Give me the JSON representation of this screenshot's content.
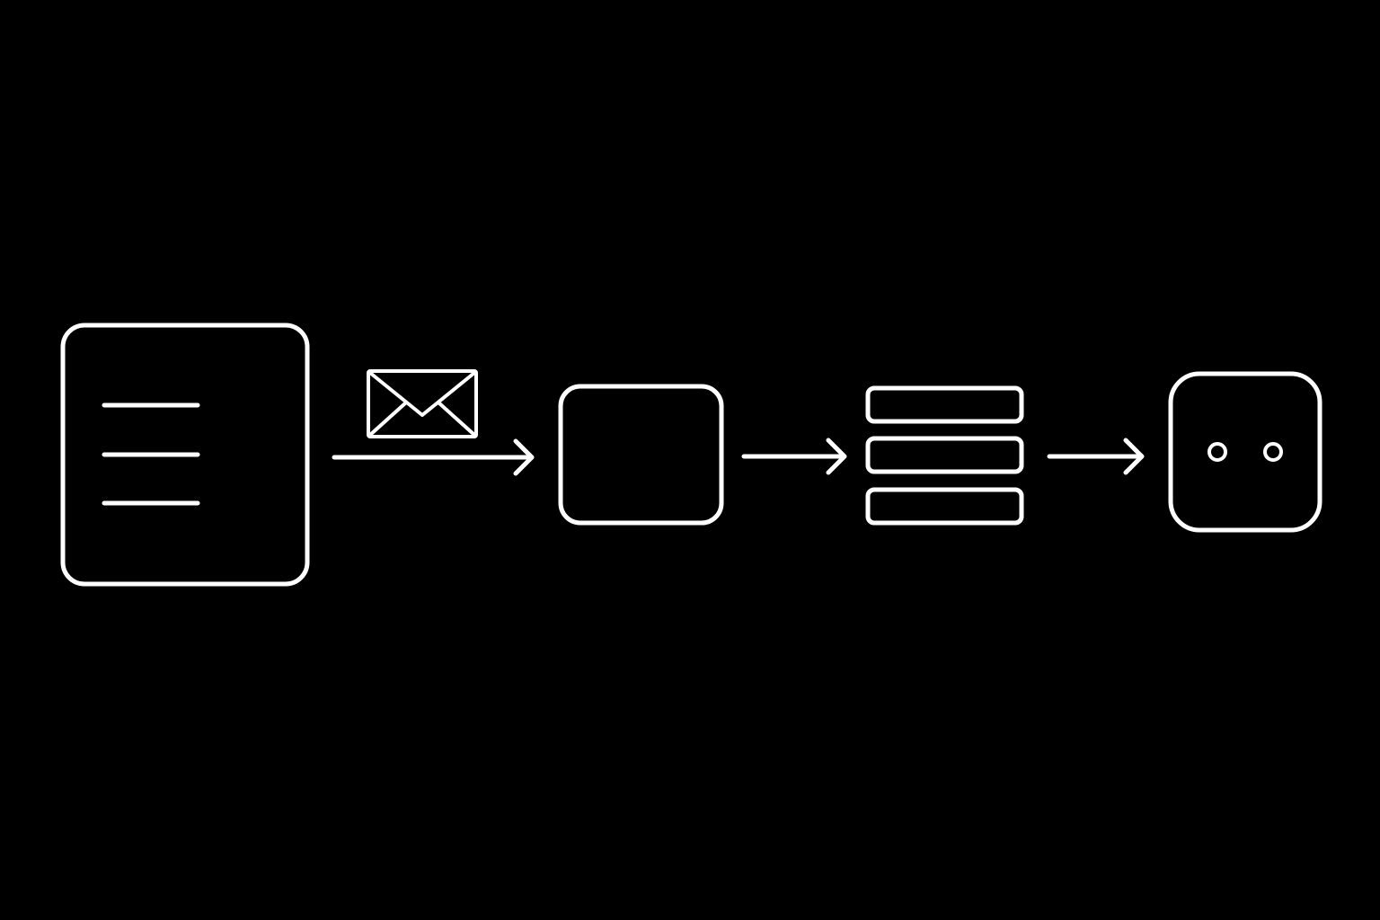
{
  "colors": {
    "background": "#000000",
    "stroke": "#ffffff"
  },
  "diagram": {
    "type": "flow",
    "direction": "left-to-right",
    "nodes": [
      {
        "id": "document",
        "icon": "document-icon"
      },
      {
        "id": "blank-card",
        "icon": "card-icon"
      },
      {
        "id": "stacked-list",
        "icon": "stack-icon"
      },
      {
        "id": "robot-face",
        "icon": "robot-face-icon"
      }
    ],
    "edges": [
      {
        "from": "document",
        "to": "blank-card",
        "icon": "envelope-icon"
      },
      {
        "from": "blank-card",
        "to": "stacked-list"
      },
      {
        "from": "stacked-list",
        "to": "robot-face"
      }
    ]
  }
}
